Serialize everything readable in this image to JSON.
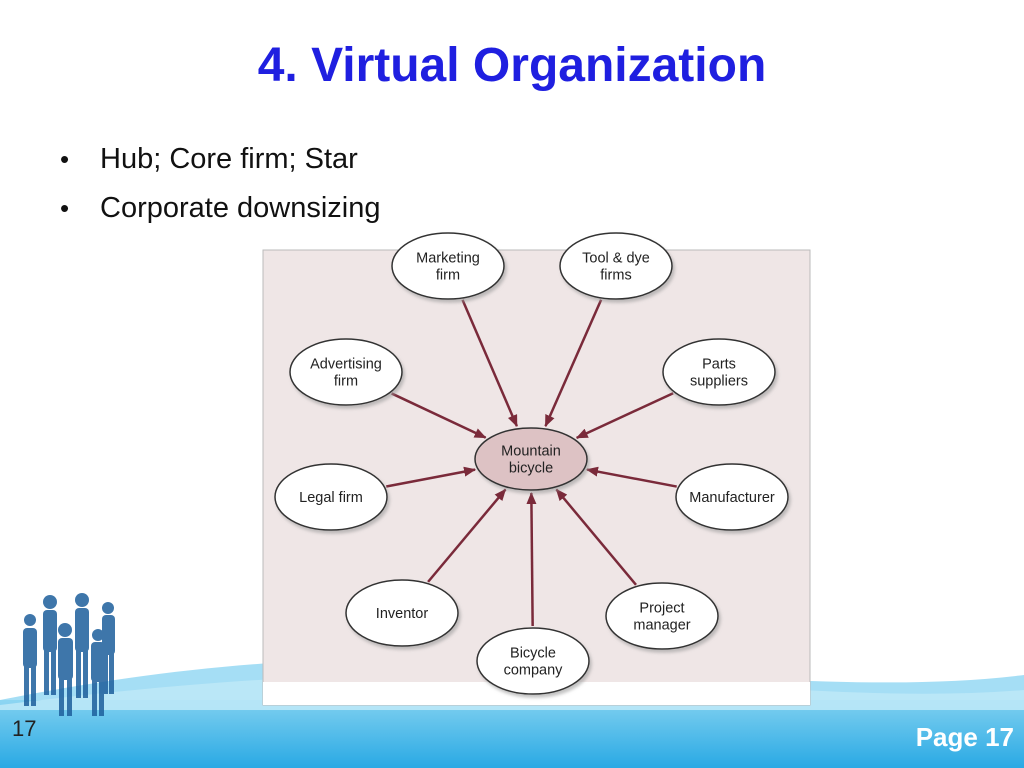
{
  "slide": {
    "title": "4. Virtual Organization",
    "bullets": [
      "Hub; Core firm; Star",
      "Corporate downsizing"
    ],
    "slide_number": "17",
    "page_label": "Page 17"
  },
  "diagram": {
    "hub": {
      "id": "mountain-bicycle",
      "lines": [
        "Mountain",
        "bicycle"
      ]
    },
    "nodes": [
      {
        "id": "marketing-firm",
        "lines": [
          "Marketing",
          "firm"
        ]
      },
      {
        "id": "tool-dye-firms",
        "lines": [
          "Tool & dye",
          "firms"
        ]
      },
      {
        "id": "advertising-firm",
        "lines": [
          "Advertising",
          "firm"
        ]
      },
      {
        "id": "parts-suppliers",
        "lines": [
          "Parts",
          "suppliers"
        ]
      },
      {
        "id": "legal-firm",
        "lines": [
          "Legal firm"
        ]
      },
      {
        "id": "manufacturer",
        "lines": [
          "Manufacturer"
        ]
      },
      {
        "id": "inventor",
        "lines": [
          "Inventor"
        ]
      },
      {
        "id": "project-manager",
        "lines": [
          "Project",
          "manager"
        ]
      },
      {
        "id": "bicycle-company",
        "lines": [
          "Bicycle",
          "company"
        ]
      }
    ],
    "colors": {
      "panel": "#efe6e6",
      "hub_fill": "#ddc2c4",
      "node_fill": "#ffffff",
      "arrow": "#7a2a3a",
      "title": "#1f1fe0",
      "footer": "#29a9e4"
    }
  }
}
